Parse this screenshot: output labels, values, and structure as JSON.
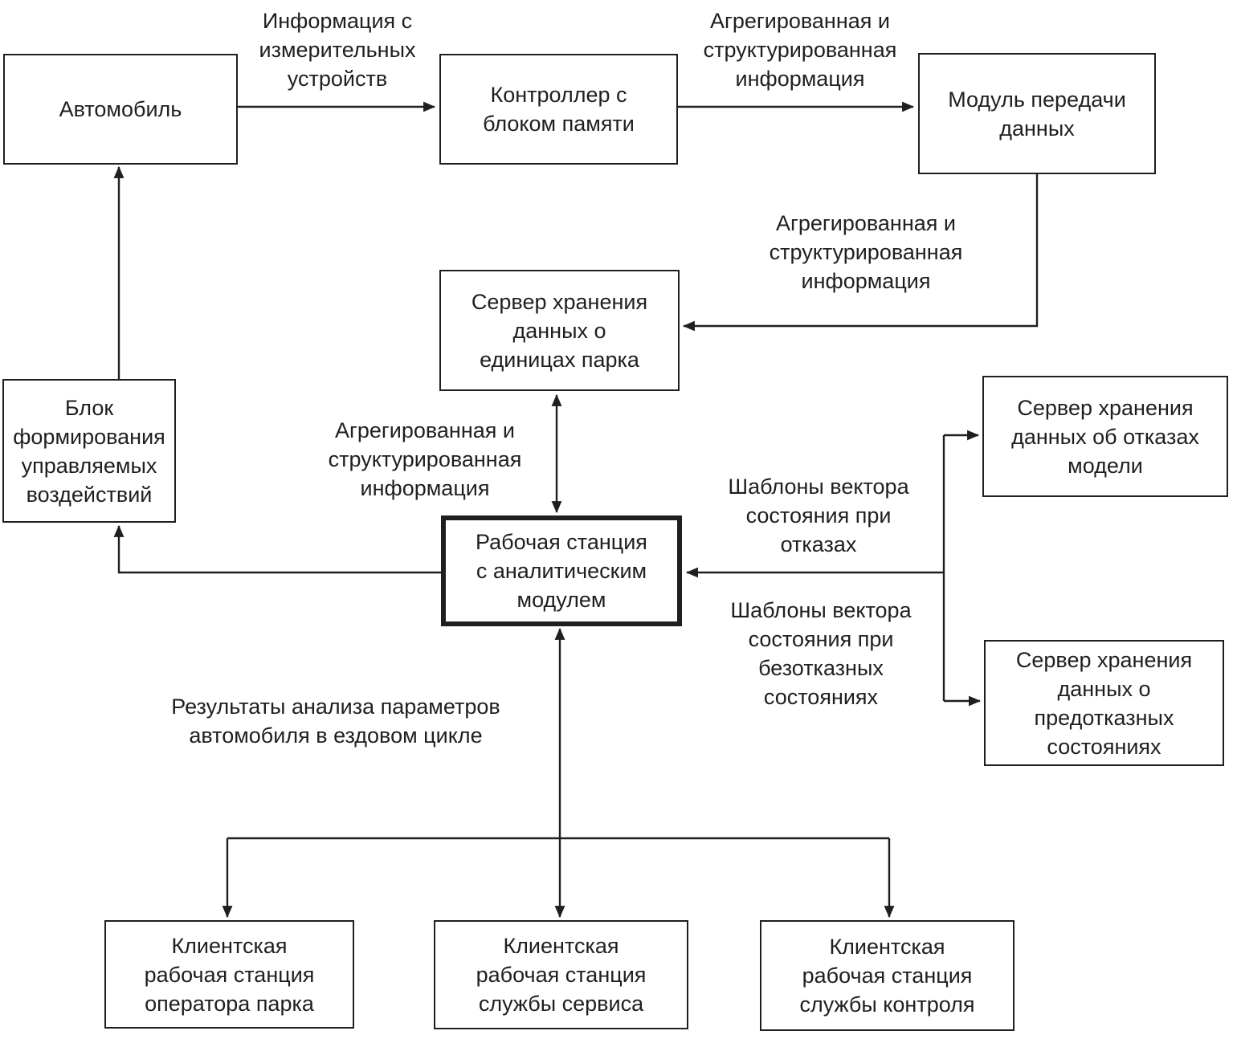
{
  "diagram": {
    "type": "flowchart",
    "language": "ru",
    "colors": {
      "background": "#ffffff",
      "line": "#1f1f1f",
      "box_border": "#1f1f1f",
      "box_fill": "#ffffff",
      "text": "#1f1f1f"
    },
    "nodes": {
      "car": {
        "label": "Автомобиль",
        "emphasis": false
      },
      "controller": {
        "label": "Контроллер с\nблоком памяти",
        "emphasis": false
      },
      "transfer_module": {
        "label": "Модуль передачи\nданных",
        "emphasis": false
      },
      "fleet_data_server": {
        "label": "Сервер хранения\nданных о\nединицах парка",
        "emphasis": false
      },
      "control_actions_block": {
        "label": "Блок\nформирования\nуправляемых\nвоздействий",
        "emphasis": false
      },
      "analytic_workstation": {
        "label": "Рабочая станция\nс аналитическим\nмодулем",
        "emphasis": true
      },
      "failures_data_server": {
        "label": "Сервер хранения\nданных об отказах\nмодели",
        "emphasis": false
      },
      "prefailure_data_server": {
        "label": "Сервер хранения\nданных о\nпредотказных\nсостояниях",
        "emphasis": false
      },
      "client_fleet_operator": {
        "label": "Клиентская\nрабочая станция\nоператора парка",
        "emphasis": false
      },
      "client_service_dept": {
        "label": "Клиентская\nрабочая станция\nслужбы сервиса",
        "emphasis": false
      },
      "client_control_dept": {
        "label": "Клиентская\nрабочая станция\nслужбы контроля",
        "emphasis": false
      }
    },
    "edge_labels": {
      "info_from_devices": "Информация с\nизмерительных\nустройств",
      "aggregated_info_top": "Агрегированная и\nструктурированная\nинформация",
      "aggregated_info_right": "Агрегированная и\nструктурированная\nинформация",
      "aggregated_info_center": "Агрегированная и\nструктурированная\nинформация",
      "state_vector_failures": "Шаблоны вектора\nсостояния при\nотказах",
      "state_vector_no_failures": "Шаблоны вектора\nсостояния при\nбезотказных\nсостояниях",
      "analysis_results": "Результаты анализа параметров\nавтомобиля в ездовом цикле"
    },
    "edges": [
      {
        "from": "car",
        "to": "controller",
        "label": "info_from_devices",
        "bidirectional": false
      },
      {
        "from": "controller",
        "to": "transfer_module",
        "label": "aggregated_info_top",
        "bidirectional": false
      },
      {
        "from": "transfer_module",
        "to": "fleet_data_server",
        "label": "aggregated_info_right",
        "bidirectional": false
      },
      {
        "from": "fleet_data_server",
        "to": "analytic_workstation",
        "label": "aggregated_info_center",
        "bidirectional": true
      },
      {
        "from": "analytic_workstation",
        "to": "control_actions_block",
        "label": null,
        "bidirectional": false
      },
      {
        "from": "control_actions_block",
        "to": "car",
        "label": null,
        "bidirectional": false
      },
      {
        "from": "analytic_workstation",
        "to": "failures_data_server",
        "label": "state_vector_failures",
        "bidirectional": true
      },
      {
        "from": "analytic_workstation",
        "to": "prefailure_data_server",
        "label": "state_vector_no_failures",
        "bidirectional": true
      },
      {
        "from": "analytic_workstation",
        "to": "client_fleet_operator",
        "label": "analysis_results",
        "bidirectional": true
      },
      {
        "from": "analytic_workstation",
        "to": "client_service_dept",
        "label": "analysis_results",
        "bidirectional": true
      },
      {
        "from": "analytic_workstation",
        "to": "client_control_dept",
        "label": "analysis_results",
        "bidirectional": true
      }
    ]
  }
}
